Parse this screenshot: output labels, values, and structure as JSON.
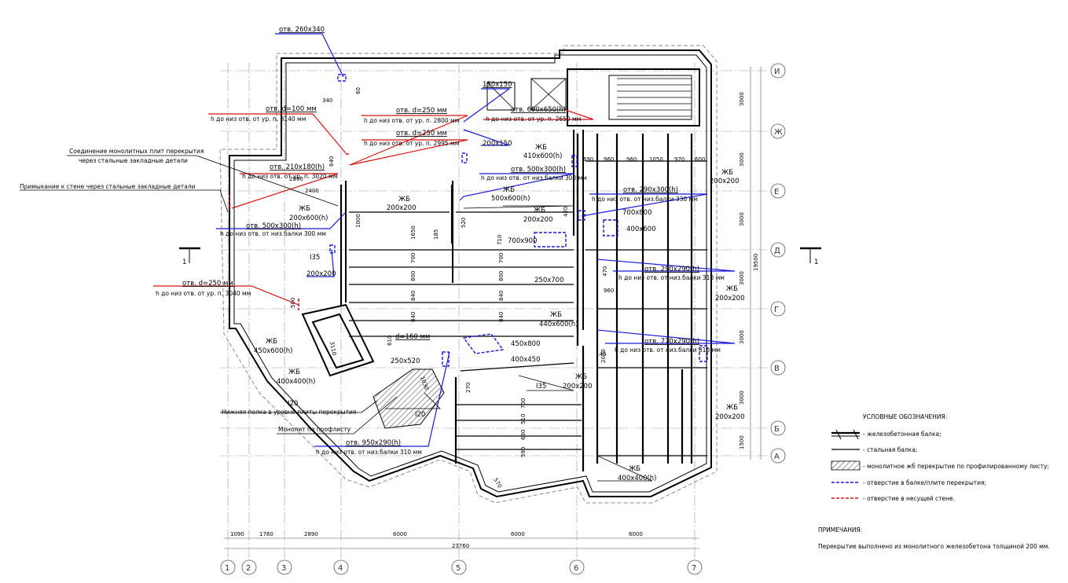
{
  "grid": {
    "cols": [
      "1",
      "2",
      "3",
      "4",
      "5",
      "6",
      "7"
    ],
    "rows": [
      "И",
      "Ж",
      "Е",
      "Д",
      "Г",
      "В",
      "Б",
      "А"
    ]
  },
  "section_mark": "1",
  "dims": {
    "bottom": [
      "1090",
      "1780",
      "2890",
      "6000",
      "6000",
      "6000"
    ],
    "bottom_total": "23760",
    "right": [
      "3000",
      "3000",
      "3000",
      "3000",
      "3000",
      "3000",
      "1500"
    ],
    "right_total": "19500",
    "local": [
      "340",
      "60",
      "2990",
      "2400",
      "1000",
      "1650",
      "185",
      "520",
      "710",
      "700",
      "800",
      "840",
      "840",
      "700",
      "800",
      "840",
      "840",
      "610",
      "700",
      "510",
      "630",
      "590",
      "570",
      "690",
      "960",
      "960",
      "1050",
      "970",
      "600",
      "420",
      "470",
      "960",
      "2030",
      "140",
      "3110",
      "1030",
      "270",
      "640",
      "500"
    ]
  },
  "labels": {
    "opening_260x340": "отв. 260х340",
    "opening_d100": "отв. d=100 мм",
    "opening_d100_h": "h до низ отв. от ур. п. 3140 мм",
    "opening_d250a": "отв. d=250 мм",
    "opening_d250a_h": "h до низ отв. от ур. п. 2800 мм",
    "opening_d250b": "отв. d=250 мм",
    "opening_d250b_h": "h до низ отв. от ур. п. 2995 мм",
    "opening_150x150": "150х150",
    "opening_690x650": "отв. 690х650(h)",
    "opening_690x650_h": "h до низ отв. от ур. п. 2650 мм",
    "opening_200x150": "200х150",
    "joint_note": "Соединение монолитных плит перекрытия",
    "joint_note_2": "через стальные закладные детали",
    "wall_note": "Примыкание к стене через стальные закладные детали",
    "opening_210x180": "отв. 210х180(h)",
    "opening_210x180_h": "h до низ отв. от ур. п. 3020 мм",
    "rc_410x600": "ЖБ",
    "rc_410x600_size": "410х600(h)",
    "opening_500x300a": "отв. 500х300(h)",
    "opening_500x300a_h": "h до низ отв. от низ.балки 300 мм",
    "rc_500x600": "ЖБ",
    "rc_500x600_size": "500х600(h)",
    "opening_290x300": "отв. 290х300(h)",
    "opening_290x300_h": "h до низ отв. от низ.балки 330 мм",
    "rc_200x200_e": "ЖБ",
    "rc_200x200_e_size": "200х200",
    "rc_200x200_a": "ЖБ",
    "rc_200x200_a_size": "200х200",
    "rc_200x200_b": "ЖБ",
    "rc_200x200_b_size": "200х200",
    "rc_200x600": "ЖБ",
    "rc_200x600_size": "200х600(h)",
    "opening_700x800": "700х800",
    "opening_400x600": "400х600",
    "opening_500x300b": "отв. 500х300(h)",
    "opening_500x300b_h": "h до низ отв. от низ.балки 300 мм",
    "opening_700x900": "700х900",
    "i35_a": "I35",
    "opening_200x200": "200х200",
    "opening_290x290": "отв. 290х290(h)",
    "opening_290x290_h": "h до низ отв. от низ.балки 310 мм",
    "opening_250x700": "250х700",
    "opening_d250c": "отв. d=250 мм",
    "opening_d250c_h": "h до низ отв. от ур. п. 3040 мм",
    "rc_200x200_g": "ЖБ",
    "rc_200x200_g_size": "200х200",
    "rc_440x600": "ЖБ",
    "rc_440x600_size": "440х600(h)",
    "opening_d160": "d=160 мм",
    "opening_450x800": "450х800",
    "opening_770x290": "отв. 770х290(h)",
    "opening_770x290_h": "h до низ отв. от низ.балки 310 мм",
    "rc_450x600": "ЖБ",
    "rc_450x600_size": "450х600(h)",
    "opening_400x450": "400х450",
    "opening_250x520": "250х520",
    "rc_400x400a": "ЖБ",
    "rc_400x400a_size": "400х400(h)",
    "i35_b": "I35",
    "rc_200x200_v": "ЖБ",
    "rc_200x200_v_size": "200х200",
    "i20_a": "I20",
    "i20_a_note": "Нижняя полка в уровне плиты перекрытия",
    "i20_b": "I20",
    "rc_200x200_bb": "ЖБ",
    "rc_200x200_bb_size": "200х200",
    "monolith": "Монолит по профлисту",
    "opening_950x290": "отв. 950х290(h)",
    "opening_950x290_h": "h до низ отв. от низ.балки 310 мм",
    "rc_400x400b": "ЖБ",
    "rc_400x400b_size": "400х400(h)"
  },
  "legend": {
    "title": "УСЛОВНЫЕ ОБОЗНАЧЕНИЯ:",
    "items": [
      "- железобетонная балка;",
      "- стальная балка;",
      "- монолитное жб перекрытие по профилированному листу;",
      "- отверстие в балке/плите перекрытия;",
      "- отверстие в несущей стене."
    ]
  },
  "notes": {
    "title": "ПРИМЕЧАНИЯ:",
    "text": "Перекрытие выполнено из монолитного железобетона толщиной 200 мм."
  }
}
